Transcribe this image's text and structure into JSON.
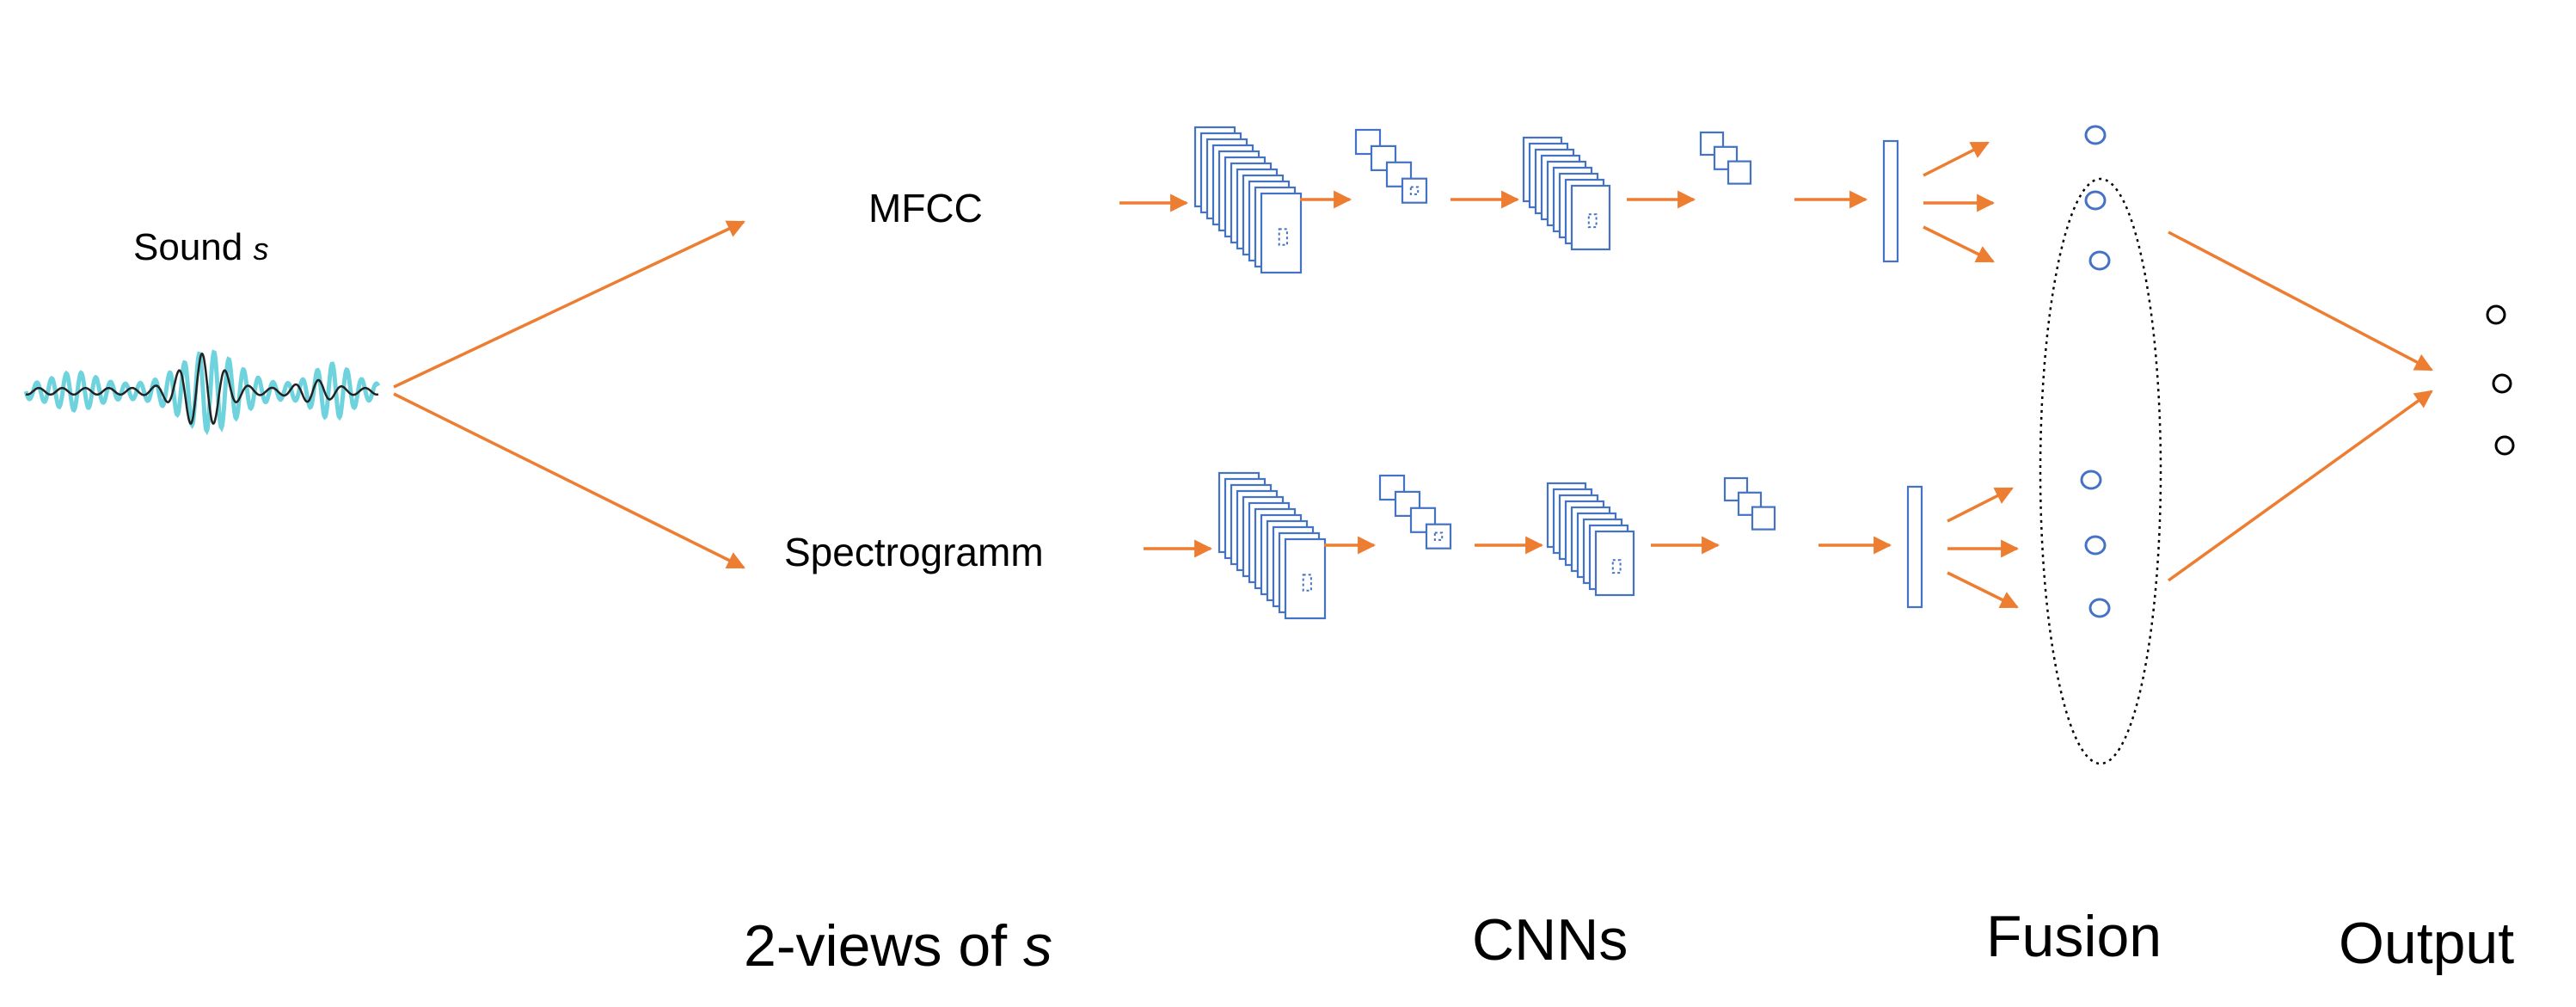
{
  "labels": {
    "sound_prefix": "Sound ",
    "sound_var": "s",
    "view_top": "MFCC",
    "view_bottom": "Spectrogramm"
  },
  "stages": {
    "views_prefix": "2-views of ",
    "views_var": "s",
    "cnns": "CNNs",
    "fusion": "Fusion",
    "output": "Output"
  },
  "colors": {
    "arrow": "#ED7D31",
    "cnn_block": "#4472C4",
    "waveform_light": "#6FD3DE",
    "waveform_dark": "#222222",
    "fusion_outline": "#000000"
  },
  "icons": {
    "waveform": "sound-waveform-icon",
    "feature_maps": "feature-map-stack-icon",
    "pooling": "pooling-stack-icon",
    "dense": "dense-layer-icon",
    "neuron": "neuron-node-icon"
  }
}
